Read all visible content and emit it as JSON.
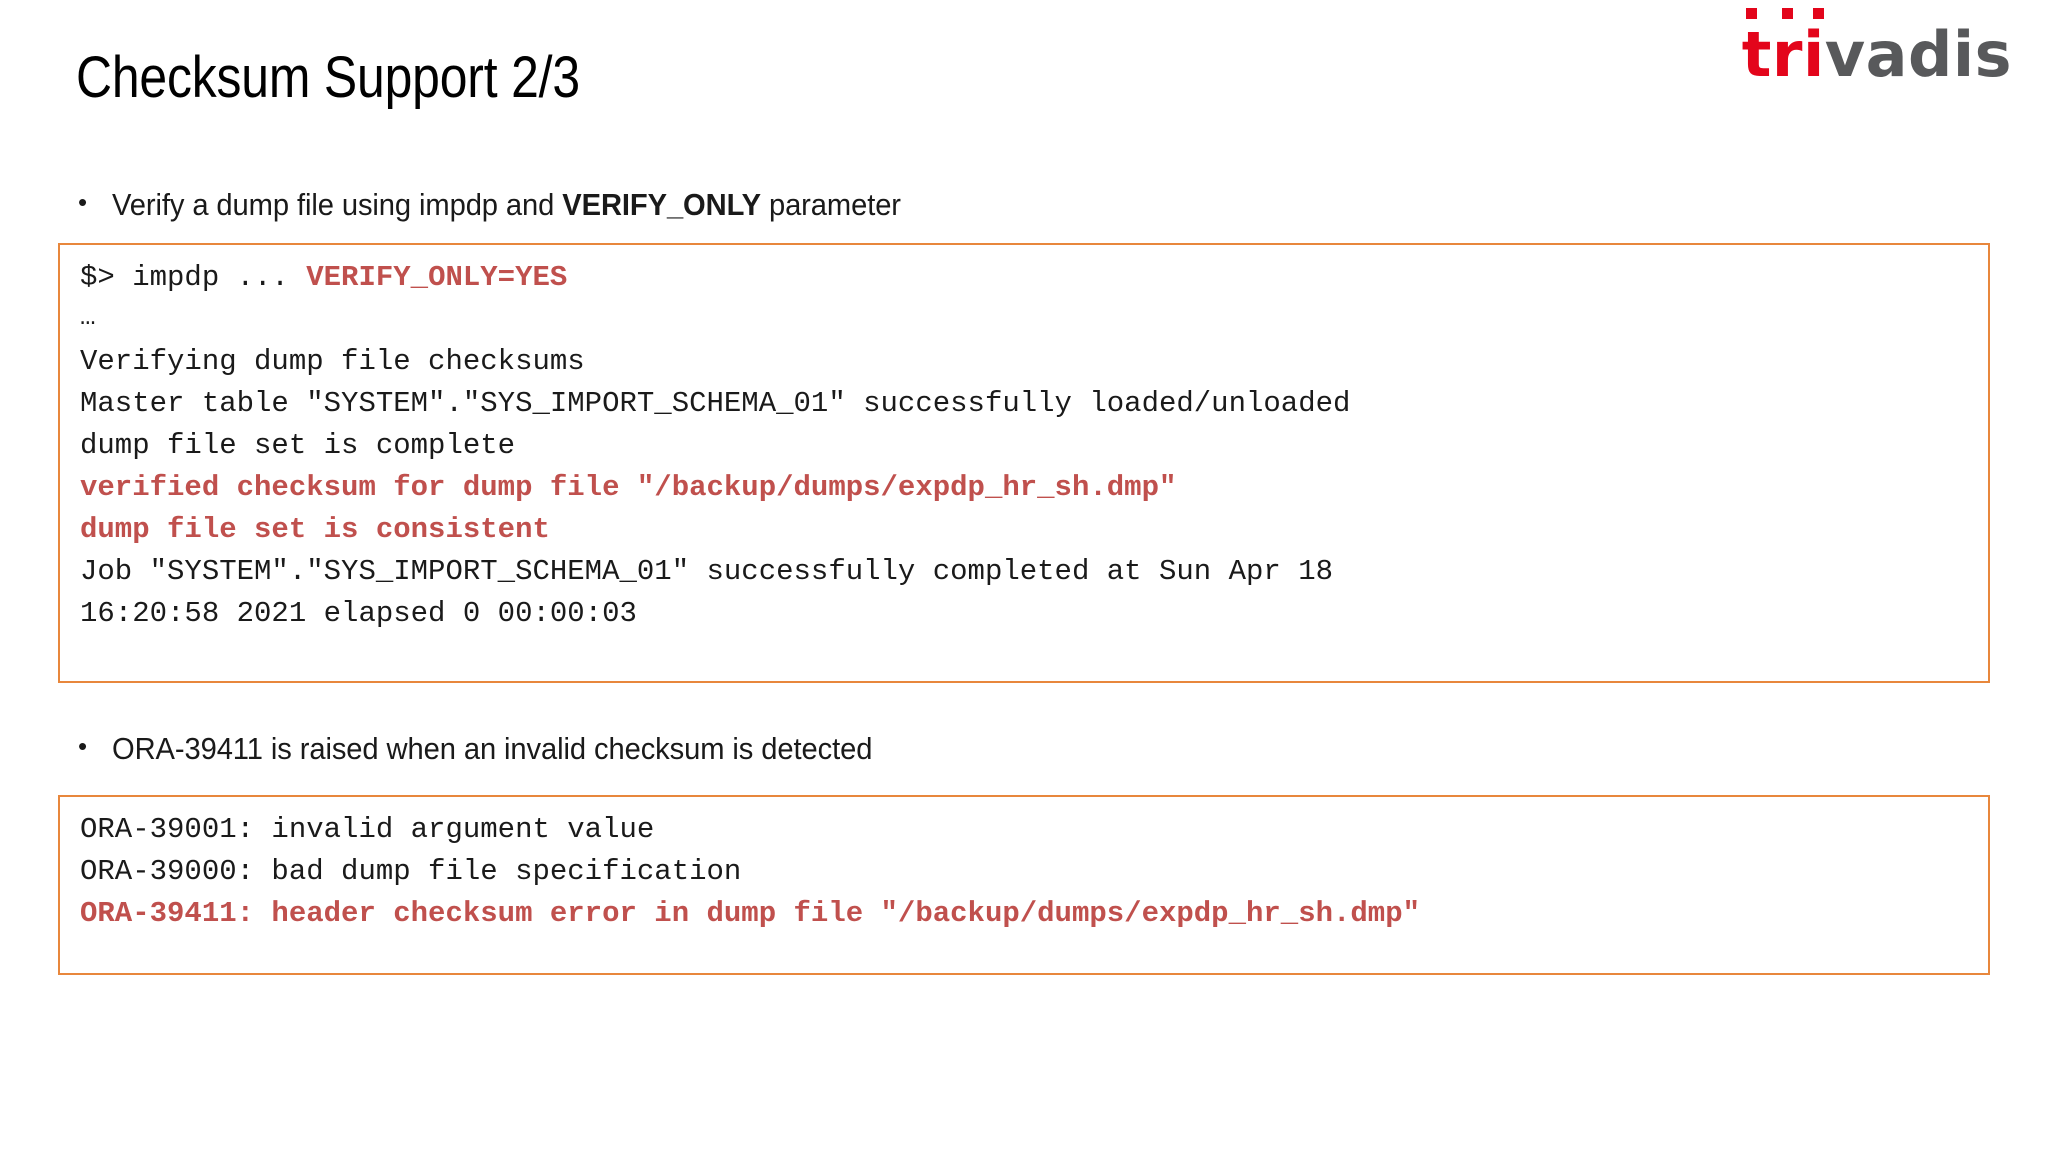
{
  "slide": {
    "title": "Checksum Support 2/3",
    "accent_border_color": "#E8873C",
    "accent_red_color": "#C0504D",
    "background_color": "#FFFFFF"
  },
  "logo": {
    "name": "trivadis-logo",
    "part_red": "tri",
    "part_gray": "vadis",
    "red_color": "#E3051B",
    "gray_color": "#58595B"
  },
  "bullets": [
    {
      "marker": "•",
      "text_before": "Verify a dump file using impdp and ",
      "text_bold": "VERIFY_ONLY",
      "text_after": " parameter"
    },
    {
      "marker": "•",
      "text": "ORA-39411 is raised when an invalid checksum is detected"
    }
  ],
  "code_blocks": [
    {
      "name": "impdp-verify-only-output",
      "lines": [
        {
          "plain": "$> impdp ... ",
          "red": "VERIFY_ONLY=YES"
        },
        {
          "plain": "…"
        },
        {
          "plain": "Verifying dump file checksums"
        },
        {
          "plain": "Master table \"SYSTEM\".\"SYS_IMPORT_SCHEMA_01\" successfully loaded/unloaded"
        },
        {
          "plain": "dump file set is complete"
        },
        {
          "red": "verified checksum for dump file \"/backup/dumps/expdp_hr_sh.dmp\""
        },
        {
          "red": "dump file set is consistent"
        },
        {
          "plain": "Job \"SYSTEM\".\"SYS_IMPORT_SCHEMA_01\" successfully completed at Sun Apr 18"
        },
        {
          "plain": "16:20:58 2021 elapsed 0 00:00:03"
        }
      ]
    },
    {
      "name": "ora-39411-error-output",
      "lines": [
        {
          "plain": "ORA-39001: invalid argument value"
        },
        {
          "plain": "ORA-39000: bad dump file specification"
        },
        {
          "red": "ORA-39411: header checksum error in dump file \"/backup/dumps/expdp_hr_sh.dmp\""
        }
      ]
    }
  ]
}
